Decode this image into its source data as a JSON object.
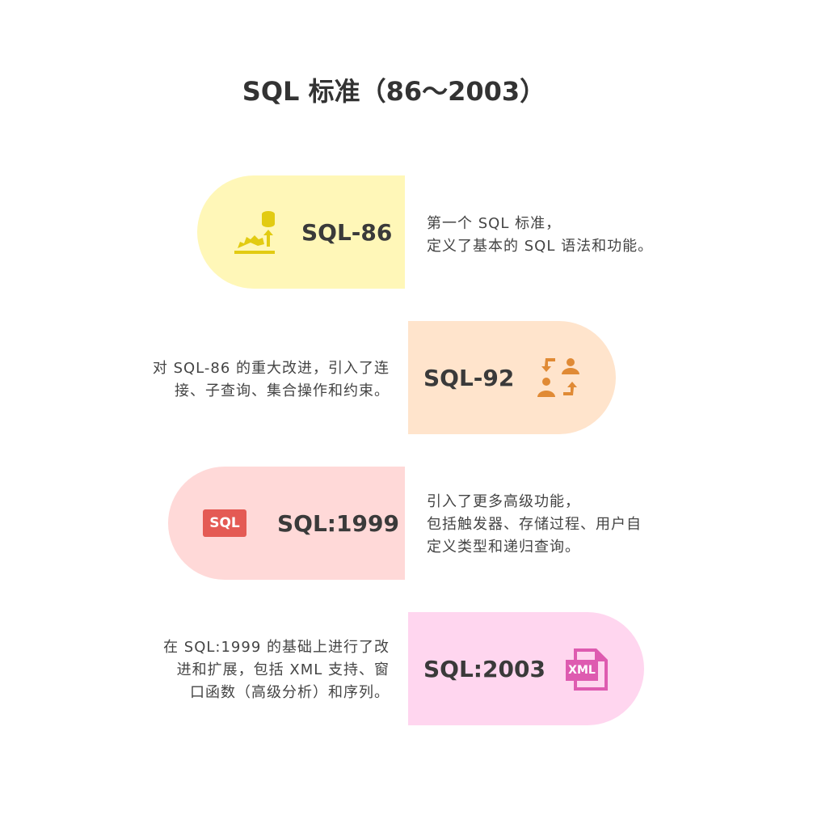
{
  "title": "SQL 标准（86～2003）",
  "items": [
    {
      "label": "SQL-86",
      "icon": "database-growth-icon",
      "color": "#FFF7B8",
      "icon_color": "#E2CB12",
      "lines": [
        "第一个 SQL 标准，",
        "定义了基本的 SQL 语法和功能。"
      ]
    },
    {
      "label": "SQL-92",
      "icon": "user-exchange-icon",
      "color": "#FFE4CC",
      "icon_color": "#E08A35",
      "lines": [
        "对 SQL-86 的重大改进，引入了连",
        "接、子查询、集合操作和约束。"
      ]
    },
    {
      "label": "SQL:1999",
      "icon": "sql-badge-icon",
      "icon_text": "SQL",
      "color": "#FFD9D8",
      "icon_color": "#E45A54",
      "lines": [
        "引入了更多高级功能，",
        "包括触发器、存储过程、用户自",
        "定义类型和递归查询。"
      ]
    },
    {
      "label": "SQL:2003",
      "icon": "xml-file-icon",
      "icon_text": "XML",
      "color": "#FFD6EF",
      "icon_color": "#DE5BB0",
      "lines": [
        "在 SQL:1999 的基础上进行了改",
        "进和扩展，包括 XML 支持、窗",
        "口函数（高级分析）和序列。"
      ]
    }
  ]
}
